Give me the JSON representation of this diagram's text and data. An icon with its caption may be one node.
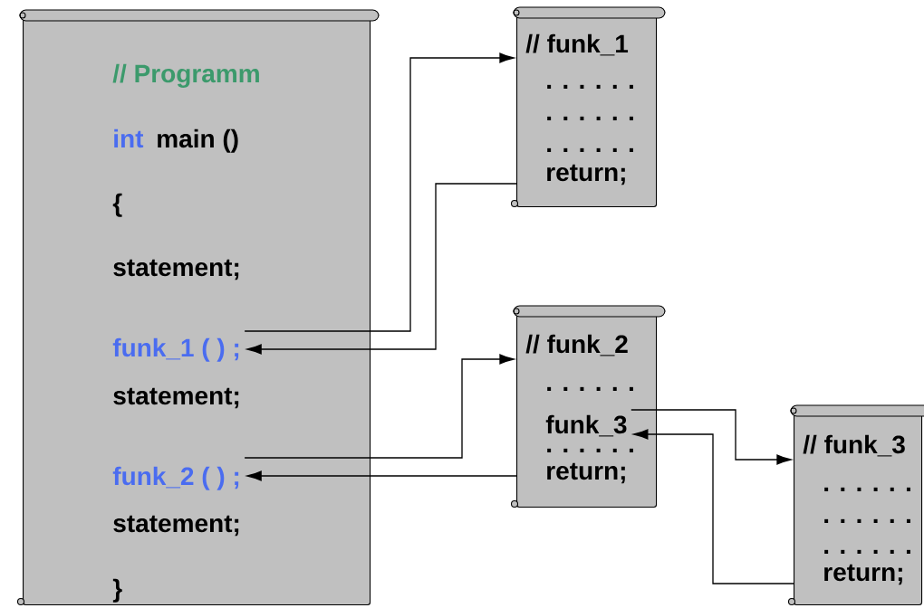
{
  "diagram": {
    "nodes": [
      {
        "text": [
          "// Programm",
          "int",
          "main ()",
          "{",
          "statement;",
          "statement;",
          "statement;",
          "}"
        ]
      },
      {
        "text": [
          "funk_1 ( ) ;"
        ],
        "in": 0
      },
      {
        "text": [
          "funk_2 ( ) ;"
        ],
        "in": 0
      },
      {
        "text": [
          "// funk_1",
          ". . . . . .",
          ". . . . . .",
          ". . . . . .",
          "return;"
        ]
      },
      {
        "text": [
          "// funk_2",
          ". . . . . .",
          ". . . . . .",
          "return;"
        ]
      },
      {
        "text": [
          "funk_3"
        ],
        "in": 4
      },
      {
        "text": [
          "// funk_3",
          ". . . . . .",
          ". . . . . .",
          ". . . . . .",
          "return;"
        ]
      }
    ],
    "edges": [
      {
        "from": 1,
        "to": 3,
        "arrow": "to"
      },
      {
        "from": 3,
        "to": 1,
        "arrow": "to"
      },
      {
        "from": 2,
        "to": 4,
        "arrow": "to"
      },
      {
        "from": 4,
        "to": 2,
        "arrow": "to"
      },
      {
        "from": 5,
        "to": 6,
        "arrow": "to"
      },
      {
        "from": 6,
        "to": 5,
        "arrow": "to"
      }
    ]
  }
}
